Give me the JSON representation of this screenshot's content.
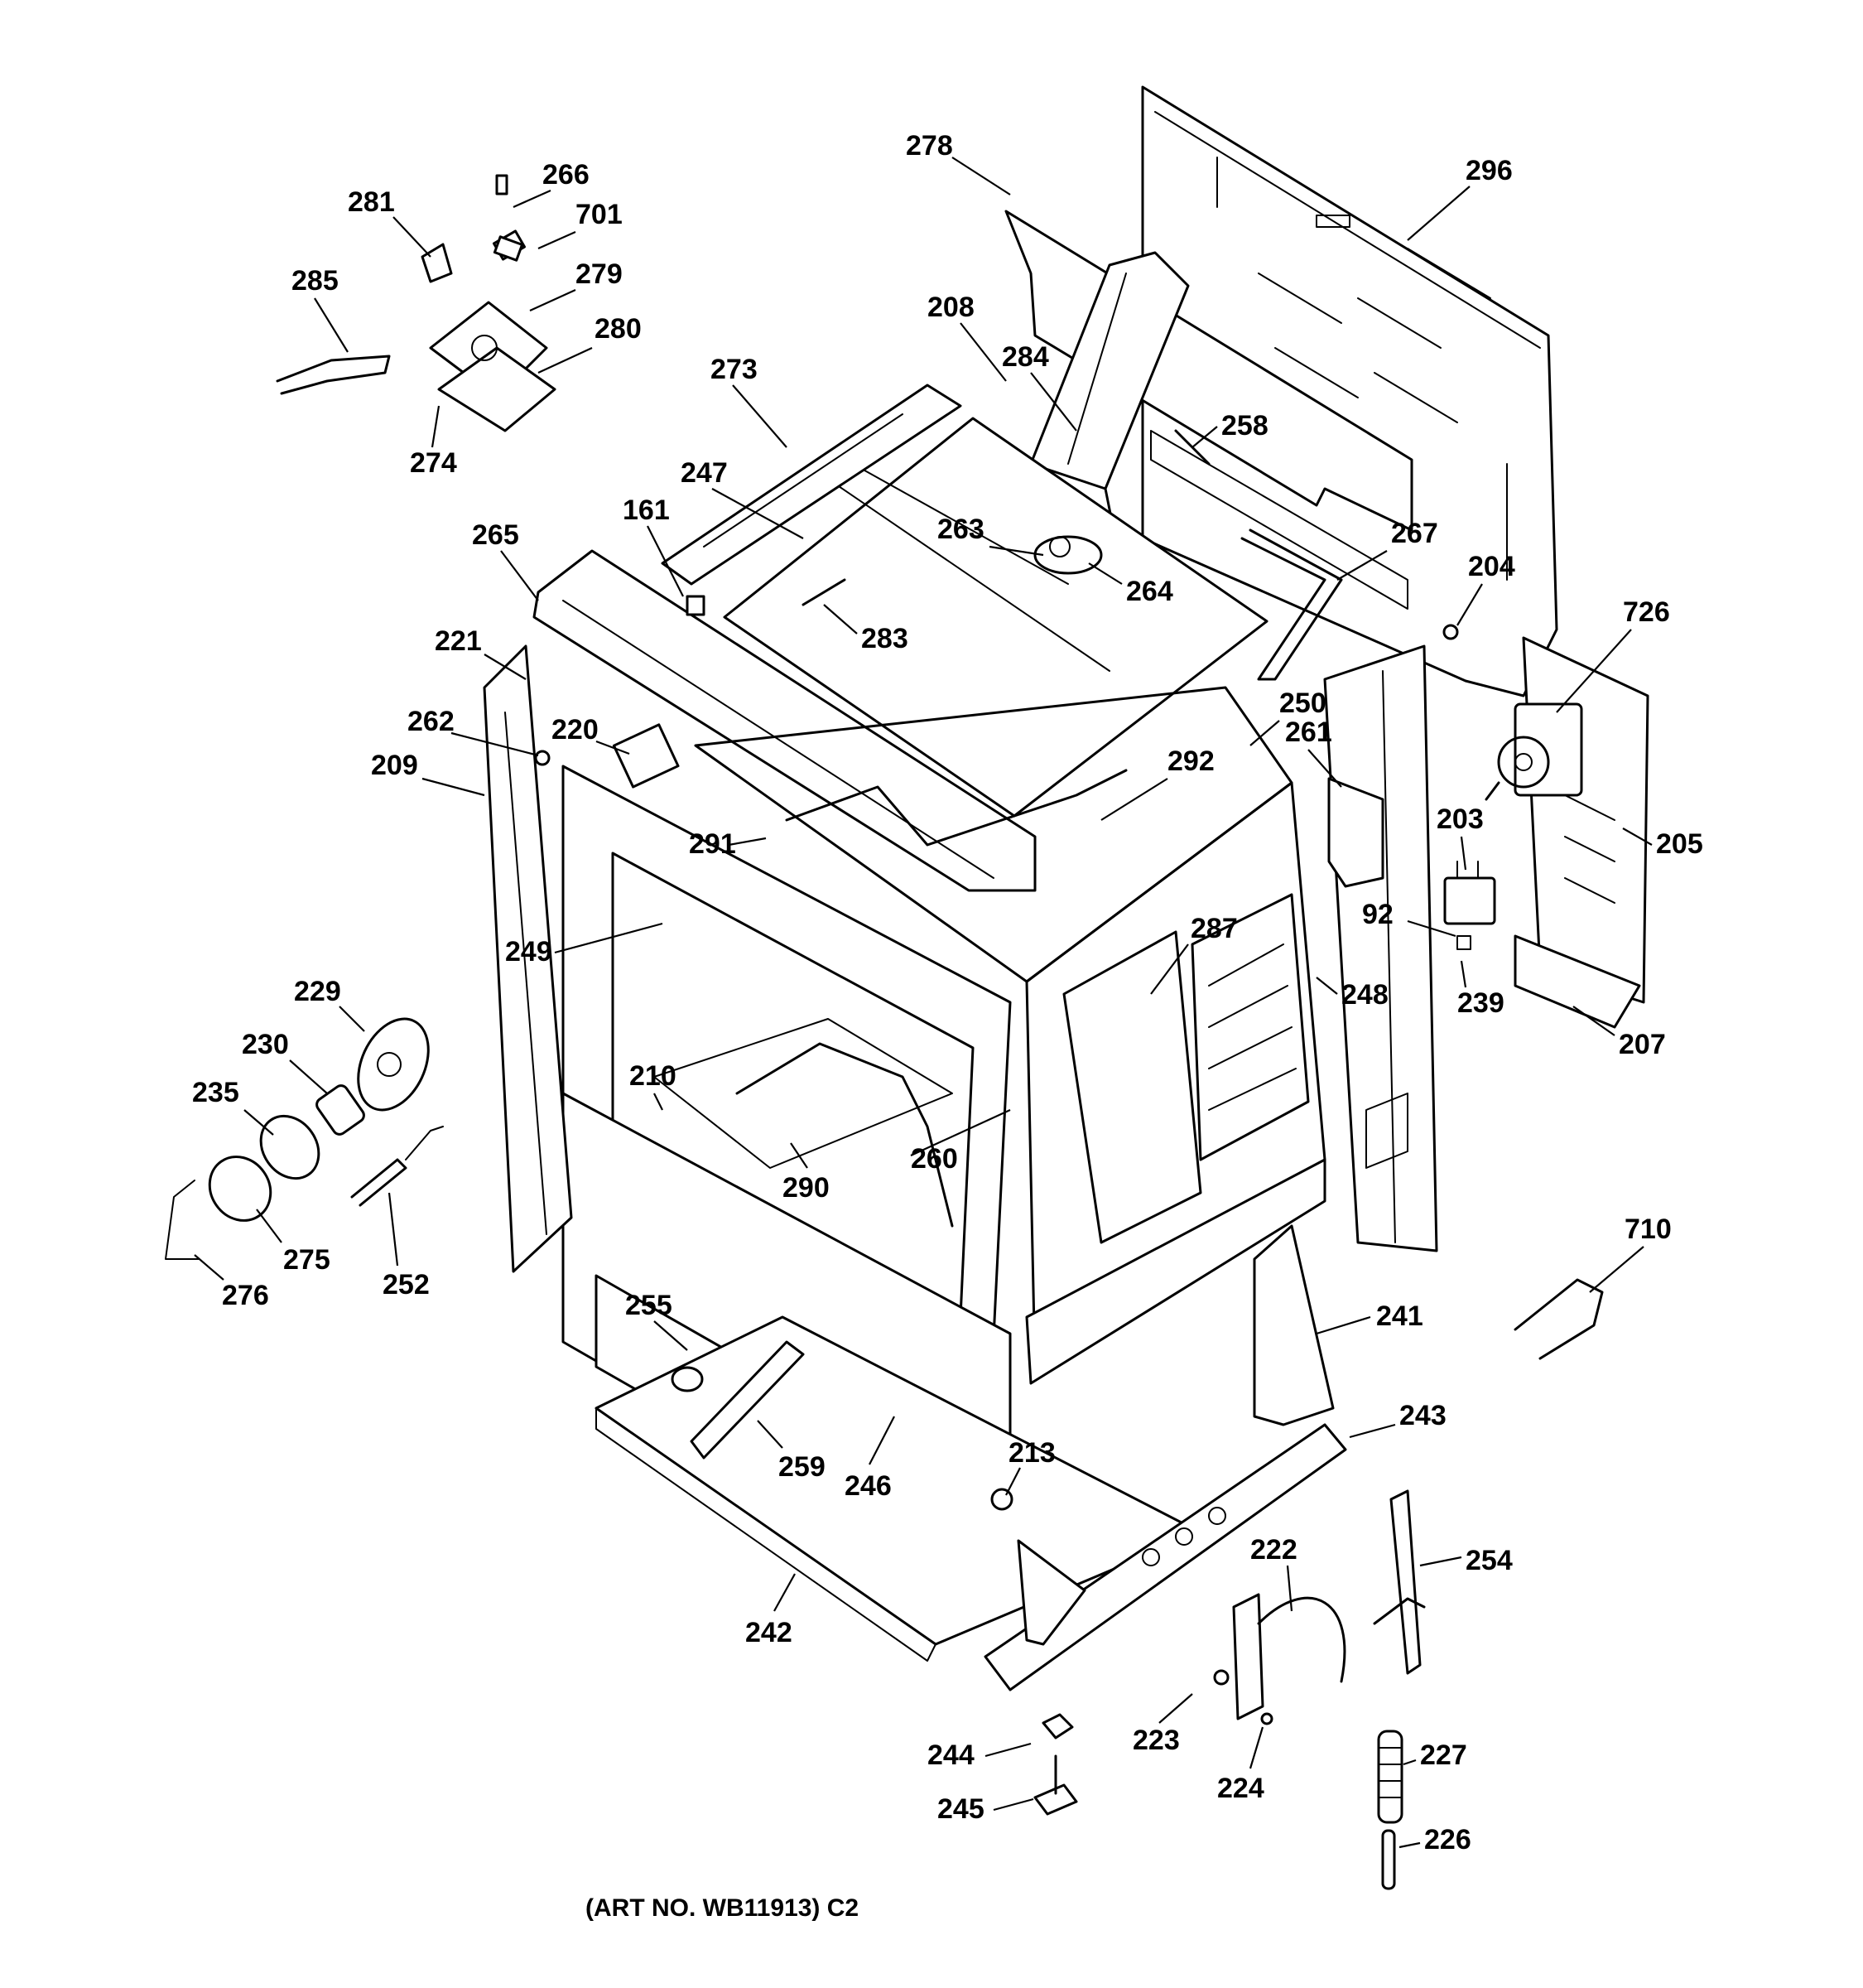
{
  "caption": "(ART NO. WB11913) C2",
  "callouts": [
    "266",
    "281",
    "701",
    "279",
    "285",
    "280",
    "274",
    "278",
    "296",
    "208",
    "284",
    "273",
    "258",
    "247",
    "263",
    "264",
    "161",
    "265",
    "283",
    "267",
    "204",
    "726",
    "221",
    "250",
    "262",
    "220",
    "261",
    "292",
    "209",
    "291",
    "203",
    "205",
    "92",
    "287",
    "249",
    "248",
    "239",
    "207",
    "229",
    "230",
    "235",
    "210",
    "260",
    "290",
    "252",
    "275",
    "276",
    "710",
    "255",
    "241",
    "243",
    "213",
    "259",
    "246",
    "222",
    "254",
    "242",
    "244",
    "223",
    "227",
    "224",
    "245",
    "226"
  ]
}
